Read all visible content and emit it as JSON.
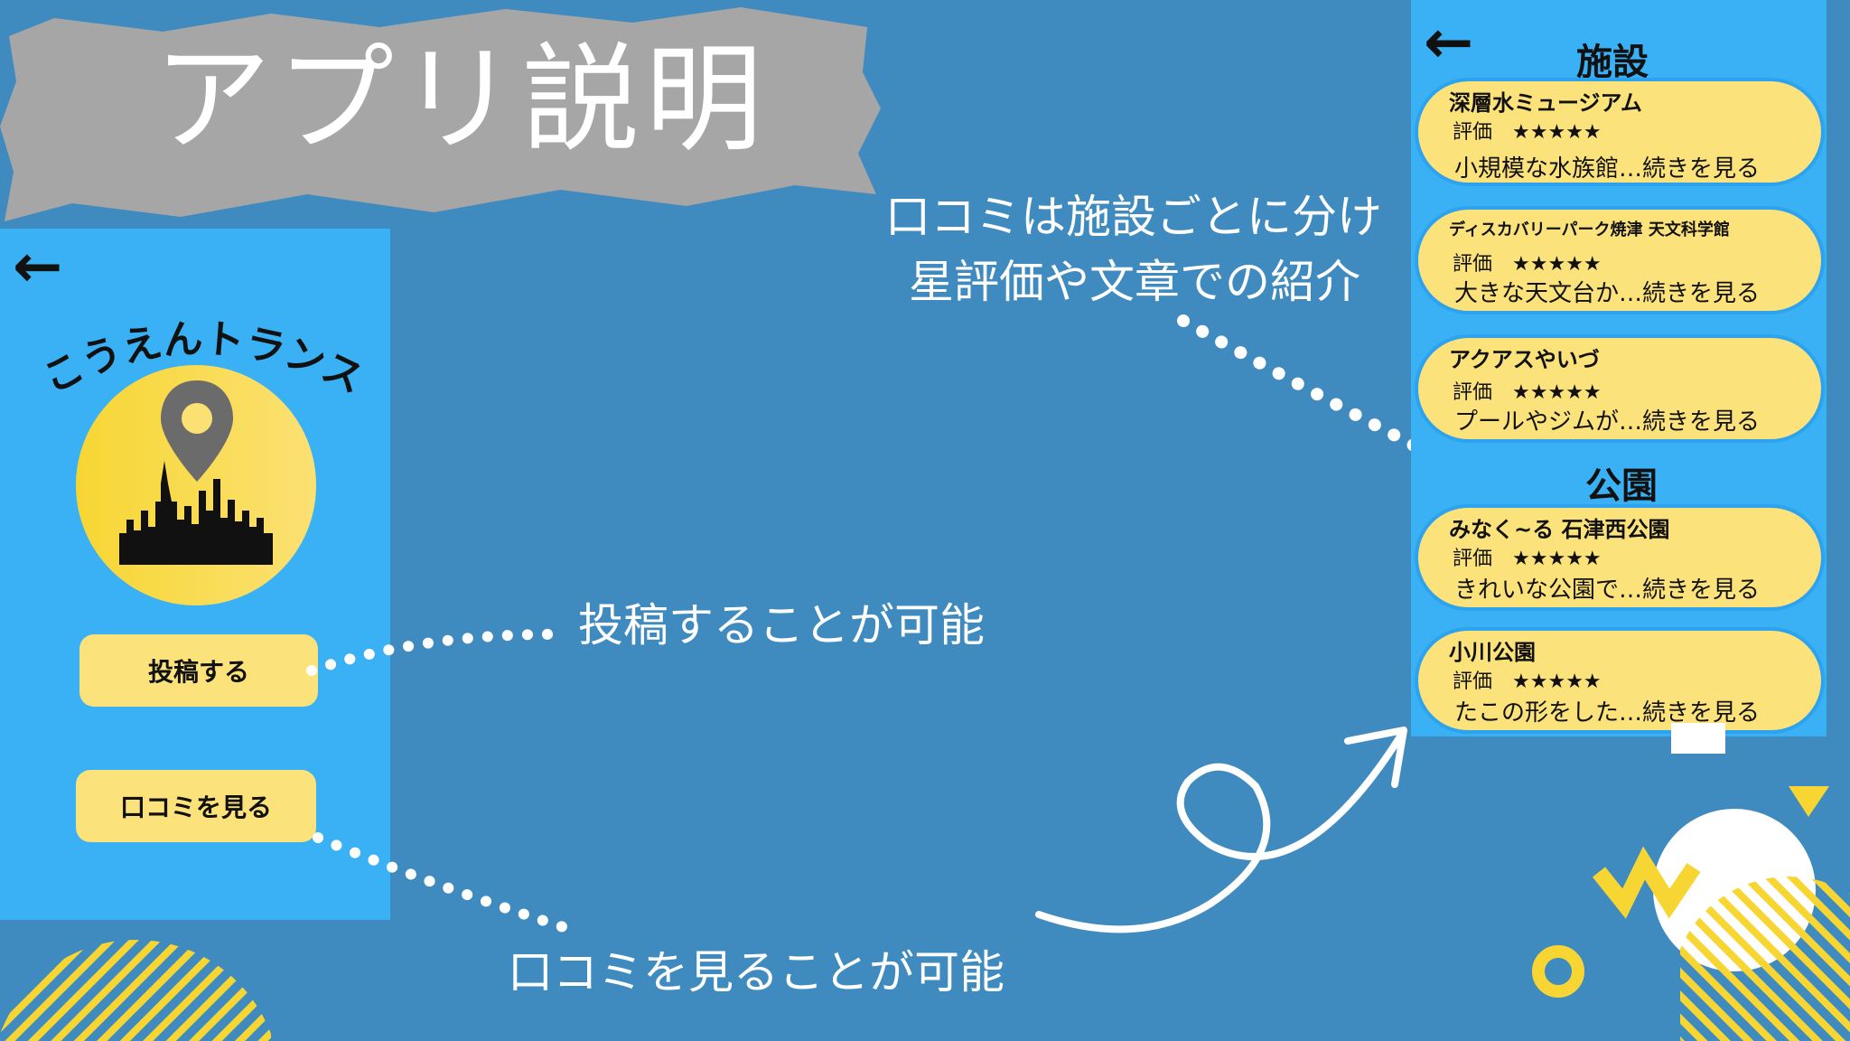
{
  "header": {
    "title": "アプリ説明"
  },
  "left_screen": {
    "app_name": "こうえんトランス",
    "post_button_label": "投稿する",
    "view_reviews_button_label": "口コミを見る",
    "back_icon": "arrow-left-icon",
    "logo_icon": "map-pin-city-skyline-icon"
  },
  "annotations": {
    "post_note": "投稿することが可能",
    "view_note": "口コミを見ることが可能",
    "reviews_note_line1": "口コミは施設ごとに分け",
    "reviews_note_line2": "星評価や文章での紹介"
  },
  "right_screen": {
    "back_icon": "arrow-left-icon",
    "facilities_title": "施設",
    "parks_title": "公園",
    "rating_label": "評価",
    "facilities": [
      {
        "name": "深層水ミュージアム",
        "stars": "★★★★★",
        "excerpt": "小規模な水族館…続きを見る"
      },
      {
        "name": "ディスカバリーパーク焼津 天文科学館",
        "stars": "★★★★★",
        "excerpt": "大きな天文台か…続きを見る"
      },
      {
        "name": "アクアスやいづ",
        "stars": "★★★★★",
        "excerpt": "プールやジムが…続きを見る"
      }
    ],
    "parks": [
      {
        "name": "みなく~る 石津西公園",
        "stars": "★★★★★",
        "excerpt": "きれいな公園で…続きを見る"
      },
      {
        "name": "小川公園",
        "stars": "★★★★★",
        "excerpt": "たこの形をした…続きを見る"
      }
    ]
  },
  "colors": {
    "background": "#3f8bbf",
    "phone": "#3ab0f5",
    "button": "#fbe27a",
    "accent_yellow": "#f7d633",
    "brush_gray": "#a6a6a6"
  }
}
